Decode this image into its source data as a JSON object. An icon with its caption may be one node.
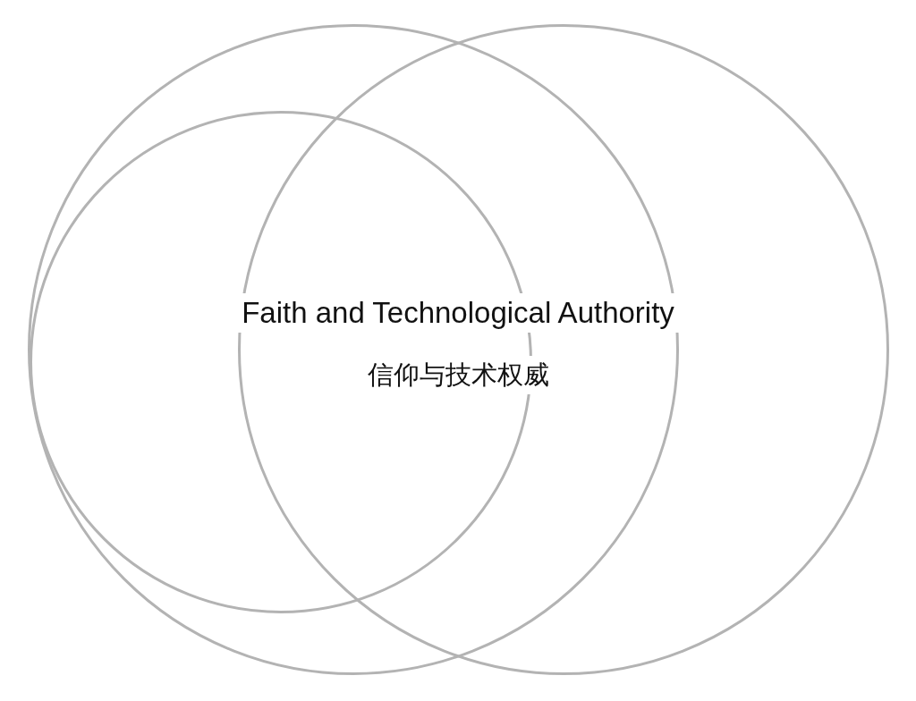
{
  "diagram": {
    "title": "Faith and Technological Authority",
    "nodes": [
      {
        "text": [],
        "shape": "circle"
      },
      {
        "text": [],
        "shape": "circle"
      },
      {
        "text": [],
        "shape": "circle",
        "in": 0
      }
    ],
    "labels": [
      "信仰与技术权威"
    ]
  }
}
